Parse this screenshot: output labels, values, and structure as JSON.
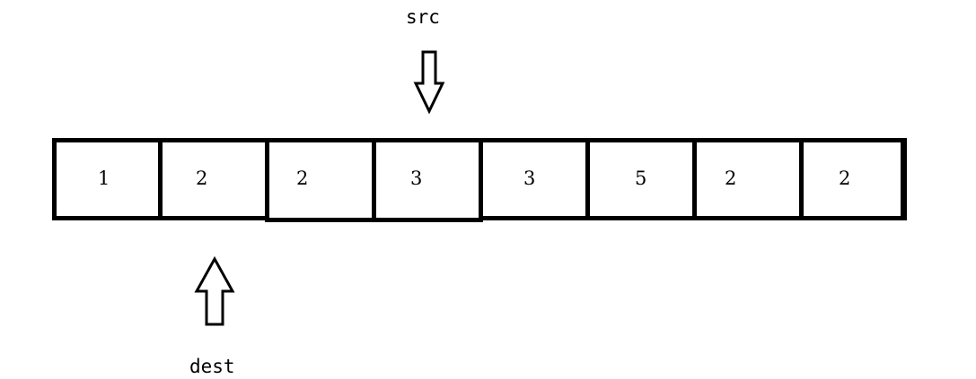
{
  "labels": {
    "src": "src",
    "dest": "dest"
  },
  "array": {
    "values": [
      "1",
      "2",
      "2",
      "3",
      "3",
      "5",
      "2",
      "2"
    ]
  },
  "pointers": {
    "src_index": 3,
    "dest_index": 1
  },
  "icons": {
    "src_arrow": "down-arrow-icon",
    "dest_arrow": "up-arrow-icon"
  },
  "colors": {
    "stroke": "#000000",
    "background": "#ffffff"
  }
}
